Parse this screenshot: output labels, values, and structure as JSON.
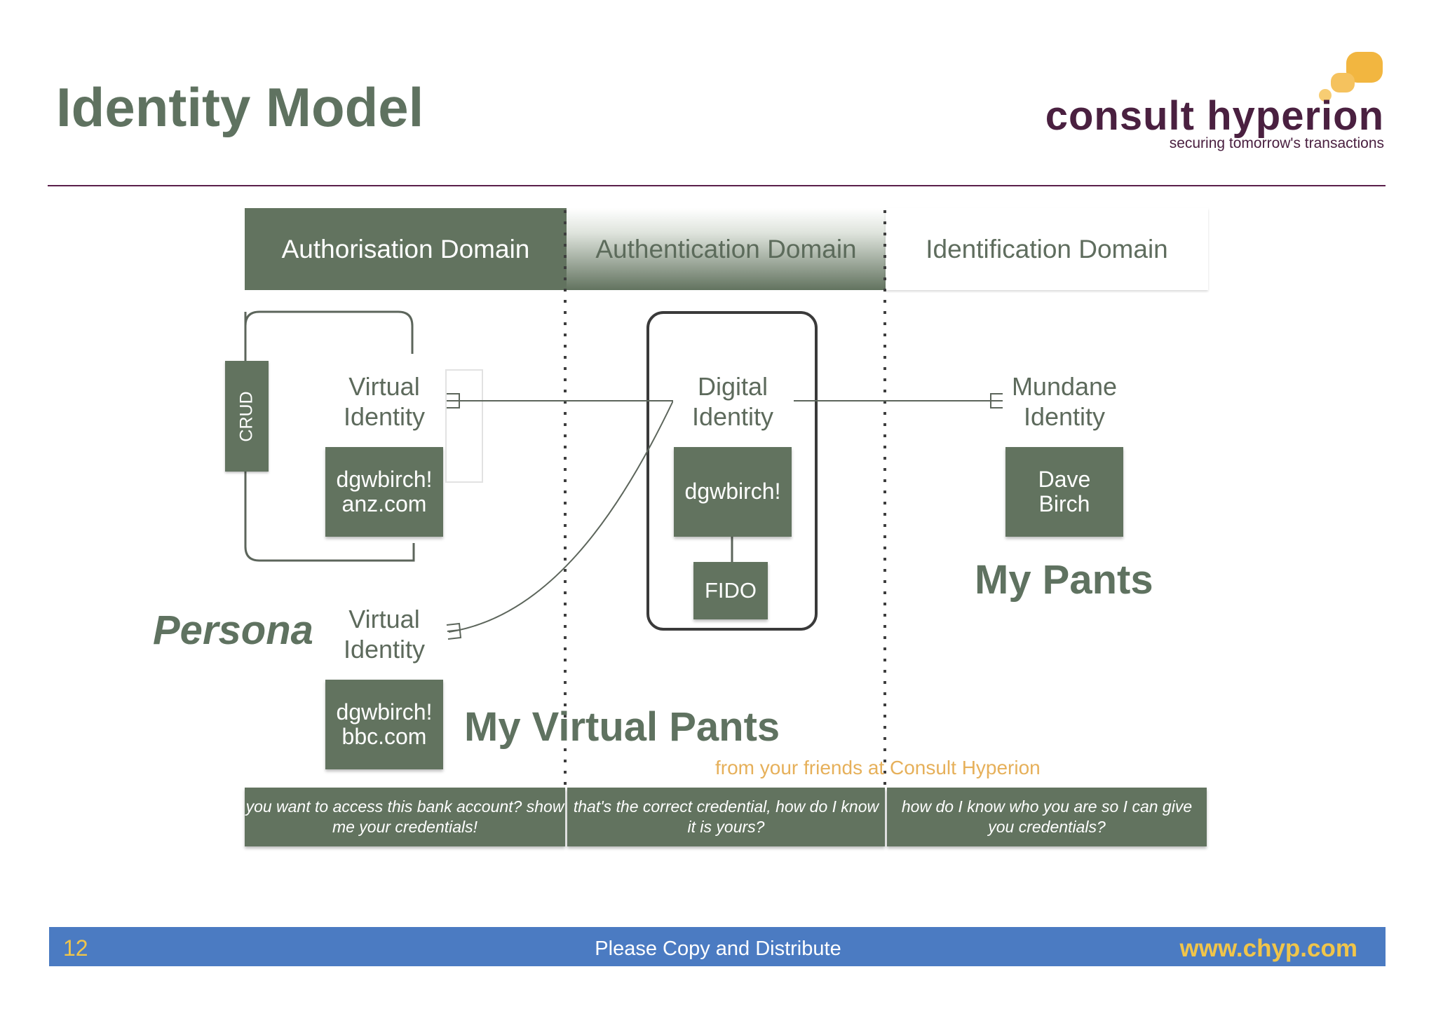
{
  "title": "Identity Model",
  "logo": {
    "name": "consult hyperion",
    "tagline": "securing tomorrow's transactions"
  },
  "domains": [
    "Authorisation Domain",
    "Authentication Domain",
    "Identification Domain"
  ],
  "crud": "CRUD",
  "virtual_identity_1": {
    "label": "Virtual Identity",
    "value": "dgwbirch!\nanz.com"
  },
  "virtual_identity_2": {
    "label": "Virtual Identity",
    "value": "dgwbirch!\nbbc.com"
  },
  "digital_identity": {
    "label": "Digital Identity",
    "value": "dgwbirch!"
  },
  "fido": "FIDO",
  "mundane_identity": {
    "label": "Mundane Identity",
    "value": "Dave\nBirch"
  },
  "persona": "Persona",
  "my_virtual_pants": "My Virtual Pants",
  "my_pants": "My Pants",
  "friends": "from your friends at Consult Hyperion",
  "questions": [
    "you want to access this bank account? show me your credentials!",
    "that's the correct credential, how do I know it is yours?",
    "how do I know who you are so I can give you credentials?"
  ],
  "footer": {
    "page": "12",
    "middle": "Please Copy and Distribute",
    "url": "www.chyp.com"
  },
  "colors": {
    "green": "#62735f",
    "title_green": "#5f7260",
    "purple": "#4a2040",
    "footer_blue": "#4b7bc2",
    "gold": "#f0c54a"
  }
}
